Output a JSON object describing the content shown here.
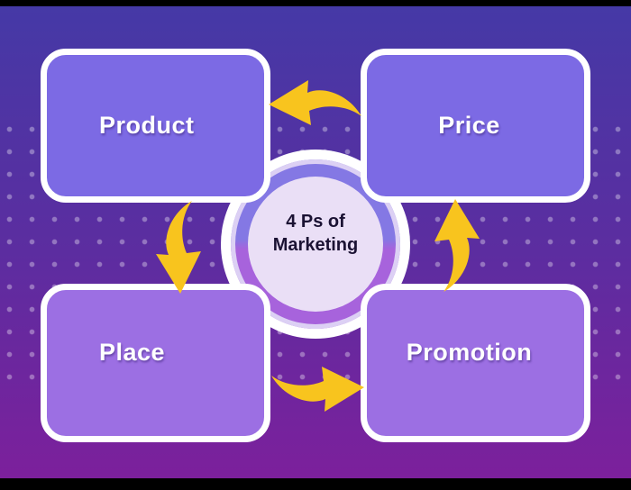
{
  "diagram": {
    "title": "4 Ps of Marketing",
    "center_label": {
      "line1": "4 Ps of",
      "line2": "Marketing"
    },
    "boxes": [
      {
        "label": "Product",
        "position": "top-left"
      },
      {
        "label": "Price",
        "position": "top-right"
      },
      {
        "label": "Place",
        "position": "bottom-left"
      },
      {
        "label": "Promotion",
        "position": "bottom-right"
      }
    ],
    "arrows": [
      {
        "name": "top-arrow",
        "points": "left",
        "from": "Price",
        "to": "Product"
      },
      {
        "name": "left-arrow",
        "points": "down",
        "from": "Product",
        "to": "Place"
      },
      {
        "name": "bottom-arrow",
        "points": "right",
        "from": "Place",
        "to": "Promotion"
      },
      {
        "name": "right-arrow",
        "points": "up",
        "from": "Promotion",
        "to": "Price"
      }
    ],
    "cycle_direction": "counterclockwise"
  },
  "colors": {
    "bg_top": "#4539A6",
    "bg_mid": "#5C2DA0",
    "bg_bottom": "#7C209C",
    "box_top": "#7C6AE4",
    "box_bottom": "#9C6FE3",
    "ring_top": "#8478E4",
    "ring_bottom": "#A763DC",
    "ring_inner": "#EADFF6",
    "ring_halo": "#DCD0F4",
    "arrow": "#F8C41E",
    "center_text": "#1B1233",
    "letterbox": "#000000"
  }
}
